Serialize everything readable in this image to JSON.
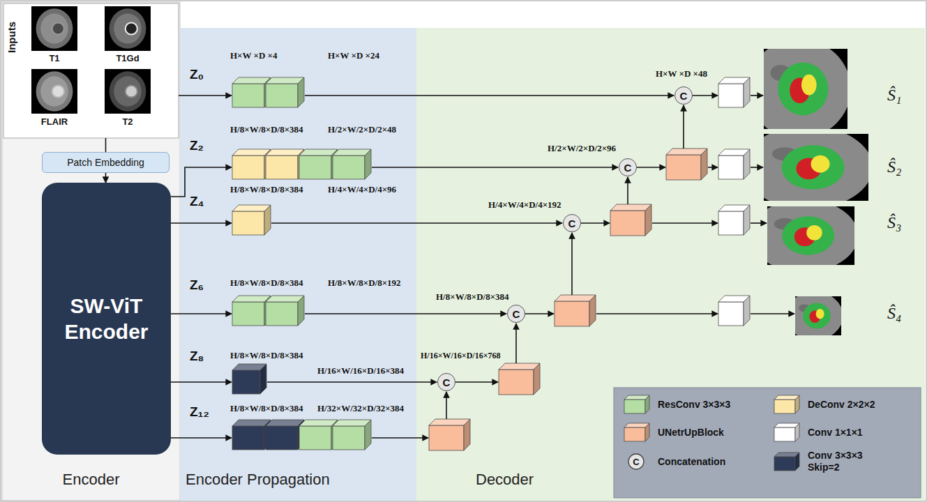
{
  "diagram": {
    "nodes": [
      {
        "text": [
          "Encoder"
        ]
      },
      {
        "text": [
          "Encoder Propagation"
        ]
      },
      {
        "text": [
          "Decoder"
        ]
      },
      {
        "text": [
          "Inputs",
          "T1",
          "T1Gd",
          "FLAIR",
          "T2"
        ],
        "in": 0
      },
      {
        "text": [
          "Patch Embedding"
        ],
        "in": 0
      },
      {
        "text": [
          "SW-ViT Encoder"
        ],
        "in": 0
      },
      {
        "text": [
          "C"
        ],
        "in": 2
      },
      {
        "text": [
          "C"
        ],
        "in": 2
      },
      {
        "text": [
          "C"
        ],
        "in": 2
      },
      {
        "text": [
          "C"
        ],
        "in": 2
      },
      {
        "text": [
          "C"
        ],
        "in": 2
      }
    ],
    "edges": [
      {
        "from": 3,
        "to": 4,
        "arrow": "none"
      },
      {
        "from": 4,
        "to": 5,
        "arrow": "to"
      }
    ],
    "labels": [
      "Z₀",
      "H×W ×D ×4",
      "H×W ×D ×24",
      "Z₂",
      "H/8×W/8×D/8×384",
      "H/2×W/2×D/2×48",
      "Z₄",
      "H/8×W/8×D/8×384",
      "H/4×W/4×D/4×96",
      "Z₆",
      "H/8×W/8×D/8×384",
      "H/8×W/8×D/8×192",
      "Z₈",
      "H/8×W/8×D/8×384",
      "H/16×W/16×D/16×384",
      "Z₁₂",
      "H/8×W/8×D/8×384",
      "H/32×W/32×D/32×384",
      "H/16×W/16×D/16×768",
      "H/8×W/8×D/8×384",
      "H/4×W/4×D/4×192",
      "H/2×W/2×D/2×96",
      "H×W ×D ×48",
      "Ŝ₁",
      "Ŝ₂",
      "Ŝ₃",
      "Ŝ₄",
      "C"
    ],
    "legend": [
      {
        "text": "ResConv 3×3×3",
        "color": "#b5dea5"
      },
      {
        "text": "DeConv 2×2×2",
        "color": "#fde7a8"
      },
      {
        "text": "UNetrUpBlock",
        "color": "#f9bd9c"
      },
      {
        "text": "Conv 1×1×1",
        "color": "#ffffff"
      },
      {
        "text": "Concatenation"
      },
      {
        "text": "Conv 3×3×3 Skip=2",
        "color": "#2d3b58"
      }
    ]
  }
}
